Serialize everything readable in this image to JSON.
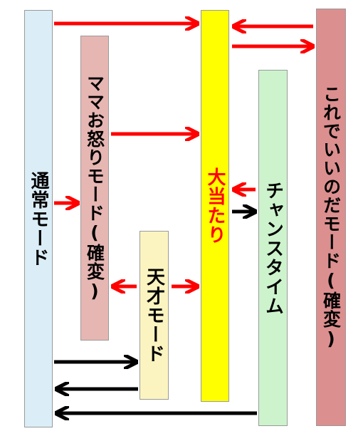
{
  "boxes": {
    "normal": {
      "label": "通常モード",
      "color": "#dbeef7",
      "text_color": "#000000"
    },
    "mama": {
      "label": "ママお怒りモード(確変)",
      "color": "#e6b6b3",
      "text_color": "#000000"
    },
    "tensai": {
      "label": "天才モード",
      "color": "#fbf4c0",
      "text_color": "#000000"
    },
    "jackpot": {
      "label": "大当たり",
      "color": "#ffff00",
      "text_color": "#ff0000"
    },
    "chance": {
      "label": "チャンスタイム",
      "color": "#cdf3cd",
      "text_color": "#000000"
    },
    "koredeii": {
      "label": "これでいいのだモード(確変)",
      "color": "#dc8f8f",
      "text_color": "#000000"
    }
  },
  "arrow_colors": {
    "red": "#ff0000",
    "black": "#000000"
  }
}
